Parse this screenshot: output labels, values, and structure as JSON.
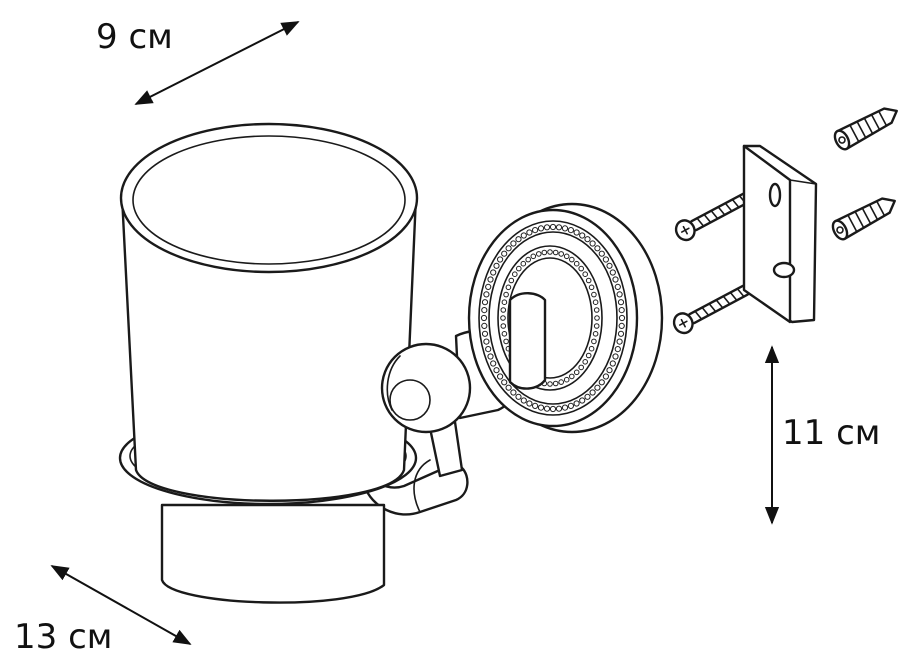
{
  "dimensions": {
    "width_label": "9 см",
    "height_label": "11 см",
    "depth_label": "13 см"
  },
  "colors": {
    "line": "#1a1a1a",
    "background": "#ffffff"
  }
}
